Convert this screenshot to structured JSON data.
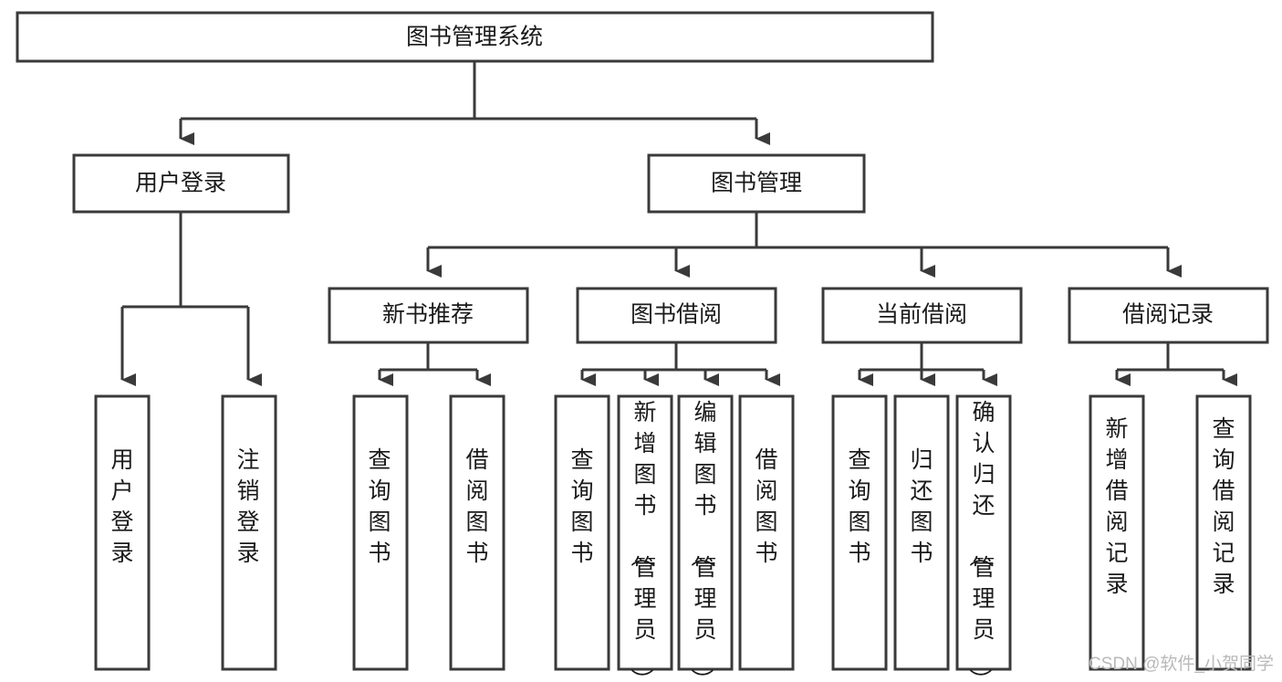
{
  "diagram": {
    "type": "tree",
    "title": "图书管理系统",
    "orientation": "top-down",
    "root": {
      "id": "root",
      "label": "图书管理系统"
    },
    "level2": [
      {
        "id": "user-login",
        "label": "用户登录"
      },
      {
        "id": "book-manage",
        "label": "图书管理"
      }
    ],
    "level3": [
      {
        "id": "new-book-recommend",
        "label": "新书推荐",
        "parent": "book-manage"
      },
      {
        "id": "book-borrow",
        "label": "图书借阅",
        "parent": "book-manage"
      },
      {
        "id": "current-borrow",
        "label": "当前借阅",
        "parent": "book-manage"
      },
      {
        "id": "borrow-record",
        "label": "借阅记录",
        "parent": "book-manage"
      }
    ],
    "leaves": {
      "user-login": [
        {
          "id": "leaf-user-login",
          "label": "用户登录"
        },
        {
          "id": "leaf-user-logout",
          "label": "注销登录"
        }
      ],
      "new-book-recommend": [
        {
          "id": "leaf-query-book-1",
          "label": "查询图书"
        },
        {
          "id": "leaf-borrow-book-1",
          "label": "借阅图书"
        }
      ],
      "book-borrow": [
        {
          "id": "leaf-query-book-2",
          "label": "查询图书"
        },
        {
          "id": "leaf-add-book",
          "label": "新增图书（管理员）"
        },
        {
          "id": "leaf-edit-book",
          "label": "编辑图书（管理员）"
        },
        {
          "id": "leaf-borrow-book-2",
          "label": "借阅图书"
        }
      ],
      "current-borrow": [
        {
          "id": "leaf-query-book-3",
          "label": "查询图书"
        },
        {
          "id": "leaf-return-book",
          "label": "归还图书"
        },
        {
          "id": "leaf-confirm-return",
          "label": "确认归还（管理员）"
        }
      ],
      "borrow-record": [
        {
          "id": "leaf-add-record",
          "label": "新增借阅记录"
        },
        {
          "id": "leaf-query-record",
          "label": "查询借阅记录"
        }
      ]
    }
  },
  "watermark": {
    "text": "CSDN @软件_小贺同学"
  },
  "colors": {
    "stroke": "#3a3a3a",
    "fill": "#ffffff",
    "text": "#1a1a1a",
    "watermark": "#b9b9b9"
  }
}
